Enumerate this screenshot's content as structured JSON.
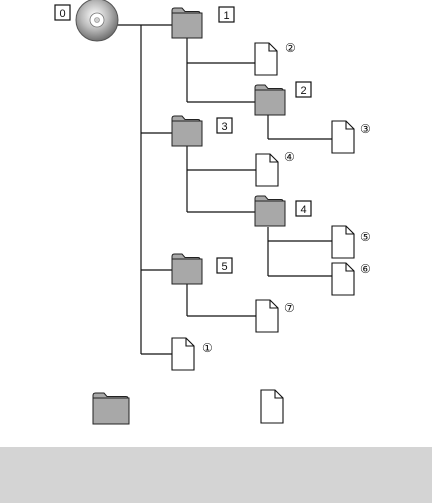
{
  "diagram": {
    "root": {
      "label": "0",
      "icon": "cd-disc-icon"
    },
    "folders": [
      {
        "label": "1"
      },
      {
        "label": "2"
      },
      {
        "label": "3"
      },
      {
        "label": "4"
      },
      {
        "label": "5"
      }
    ],
    "files": [
      {
        "label": "①"
      },
      {
        "label": "②"
      },
      {
        "label": "③"
      },
      {
        "label": "④"
      },
      {
        "label": "⑤"
      },
      {
        "label": "⑥"
      },
      {
        "label": "⑦"
      }
    ],
    "legend": [
      {
        "icon": "folder-icon"
      },
      {
        "icon": "file-icon"
      }
    ]
  },
  "colors": {
    "folder_fill": "#a8a8a8",
    "footer_bar": "#d4d4d4",
    "line": "#111111"
  }
}
